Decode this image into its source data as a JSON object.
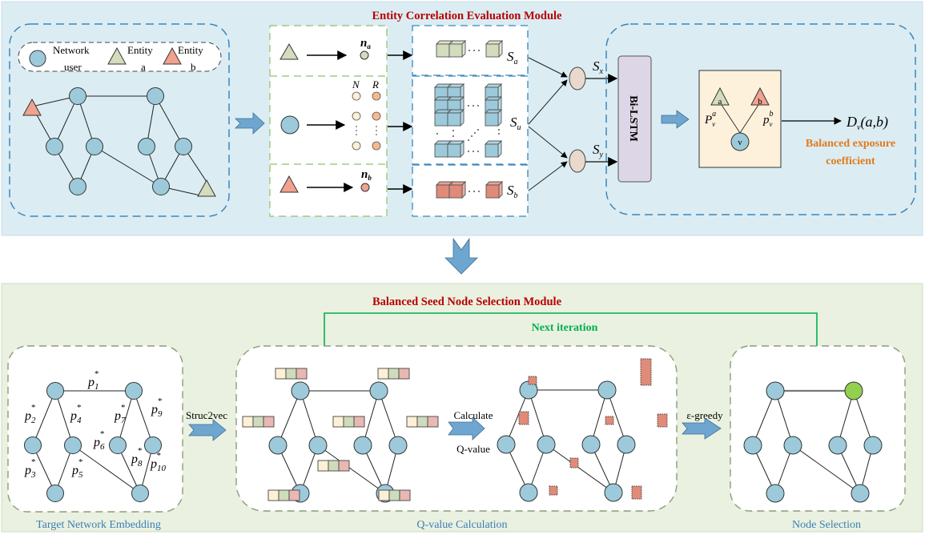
{
  "top_module": {
    "title": "Entity Correlation Evaluation Module",
    "legend": {
      "user_label_1": "Network",
      "user_label_2": "user",
      "entity_a_label_1": "Entity",
      "entity_a_label_2": "a",
      "entity_b_label_1": "Entity",
      "entity_b_label_2": "b"
    },
    "encoding": {
      "n_a": "n",
      "n_a_sub": "a",
      "n_b": "n",
      "n_b_sub": "b",
      "N": "N",
      "R": "R"
    },
    "sequences": {
      "s_a": "S",
      "s_a_sub": "a",
      "s_u": "S",
      "s_u_sub": "u",
      "s_b": "S",
      "s_b_sub": "b",
      "s_x": "S",
      "s_x_sub": "x",
      "s_y": "S",
      "s_y_sub": "y"
    },
    "bilstm_label": "Bi-LSTM",
    "triad": {
      "node_a": "a",
      "node_b": "b",
      "node_v": "v",
      "p_a": "P",
      "p_a_sub": "v",
      "p_a_sup": "a",
      "p_b": "p",
      "p_b_sub": "v",
      "p_b_sup": "b"
    },
    "output_formula": "D",
    "output_formula_sub": "v",
    "output_formula_args": "(a,b)",
    "output_label_1": "Balanced exposure",
    "output_label_2": "coefficient"
  },
  "bottom_module": {
    "title": "Balanced Seed Node Selection Module",
    "next_iteration": "Next iteration",
    "embedding": {
      "caption": "Target Network Embedding",
      "edge_labels": [
        {
          "base": "p",
          "sub": "1",
          "sup": "*"
        },
        {
          "base": "p",
          "sub": "2",
          "sup": "*"
        },
        {
          "base": "p",
          "sub": "3",
          "sup": "*"
        },
        {
          "base": "p",
          "sub": "4",
          "sup": "*"
        },
        {
          "base": "p",
          "sub": "5",
          "sup": "*"
        },
        {
          "base": "p",
          "sub": "6",
          "sup": "*"
        },
        {
          "base": "p",
          "sub": "7",
          "sup": "*"
        },
        {
          "base": "p",
          "sub": "8",
          "sup": "*"
        },
        {
          "base": "p",
          "sub": "9",
          "sup": "*"
        },
        {
          "base": "p",
          "sub": "10",
          "sup": "*"
        }
      ]
    },
    "struc2vec_label": "Struc2vec",
    "qvalue": {
      "caption": "Q-value Calculation",
      "calc_label_1": "Calculate",
      "calc_label_2": "Q-value"
    },
    "egreedy_label": "ε-greedy",
    "selection": {
      "caption": "Node Selection"
    }
  },
  "colors": {
    "top_bg": "#dbedf3",
    "bottom_bg": "#eaf1e0",
    "node_blue": "#9ccadb",
    "entity_a": "#d3dcbd",
    "entity_b": "#f0a28f",
    "title_red": "#b80000",
    "caption_blue": "#3b7fb5",
    "orange": "#e07a1f",
    "green_line": "#00b050",
    "selected_node": "#92d050"
  }
}
